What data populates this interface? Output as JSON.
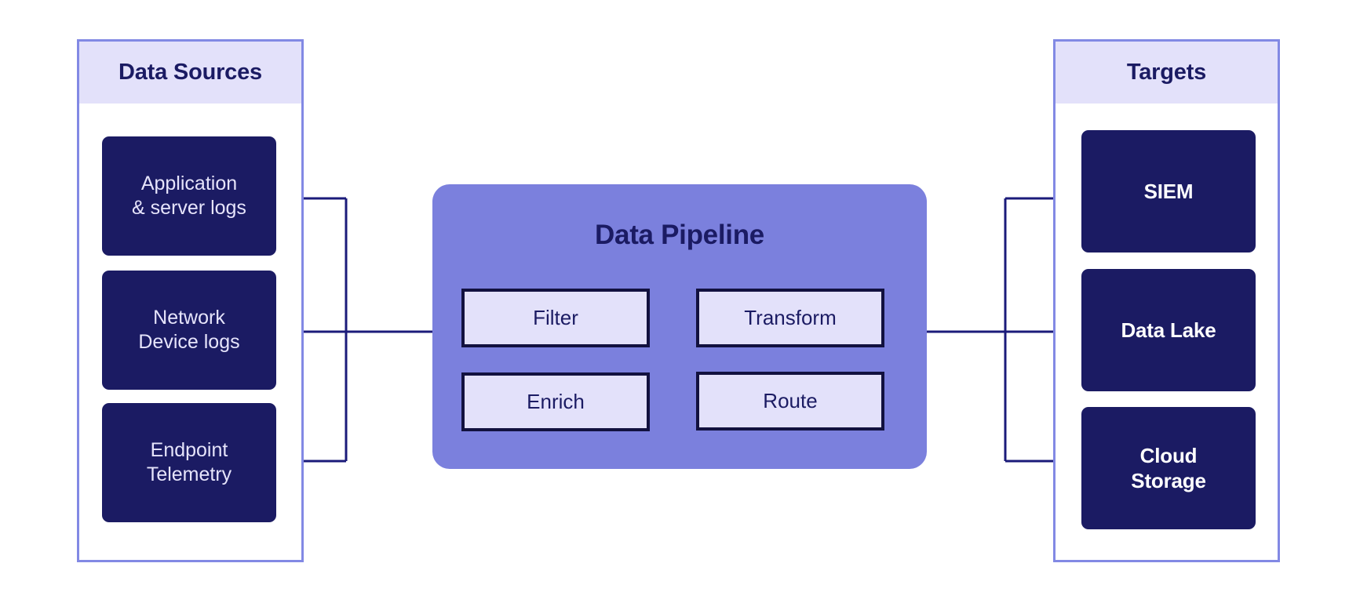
{
  "colors": {
    "background": "#ffffff",
    "navy": "#1b1b63",
    "dark_outline": "#12113f",
    "periwinkle": "#7b80dd",
    "border_periwinkle": "#8289e4",
    "lavender": "#e3e1fa",
    "source_text": "#e6e4fb",
    "target_text": "#ffffff",
    "connector": "#1b1b7a"
  },
  "sources": {
    "header": "Data Sources",
    "items": [
      {
        "label": "Application\n& server logs"
      },
      {
        "label": "Network\nDevice logs"
      },
      {
        "label": "Endpoint\nTelemetry"
      }
    ]
  },
  "pipeline": {
    "title": "Data Pipeline",
    "stages": [
      {
        "label": "Filter"
      },
      {
        "label": "Transform"
      },
      {
        "label": "Enrich"
      },
      {
        "label": "Route"
      }
    ]
  },
  "targets": {
    "header": "Targets",
    "items": [
      {
        "label": "SIEM"
      },
      {
        "label": "Data Lake"
      },
      {
        "label": "Cloud\nStorage"
      }
    ]
  }
}
